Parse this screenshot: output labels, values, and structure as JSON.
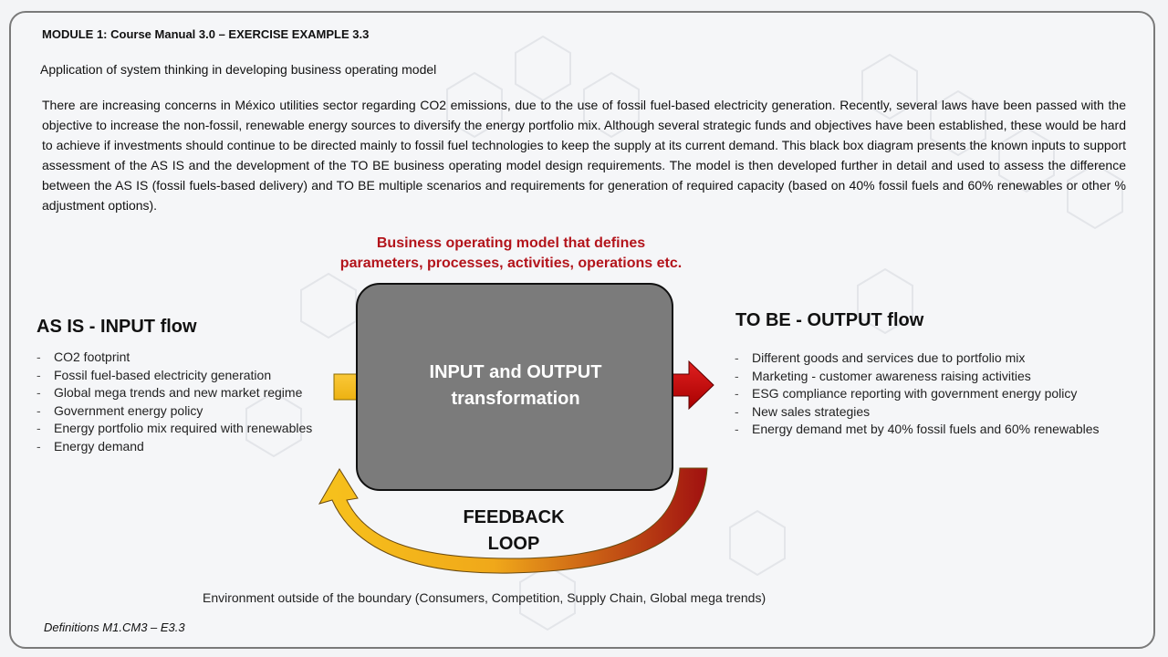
{
  "header": {
    "title": "MODULE 1: Course Manual 3.0 – EXERCISE EXAMPLE 3.3",
    "subtitle": "Application of system thinking in developing business operating model"
  },
  "description": "There are increasing concerns in México utilities sector regarding CO2 emissions, due to the use of fossil fuel-based electricity generation. Recently, several laws have been passed with the objective to increase the non-fossil, renewable energy sources to diversify the energy portfolio mix. Although several strategic funds and objectives have been established, these would be hard to achieve if investments should continue to be directed mainly to fossil fuel technologies to keep the supply at its current demand. This black box diagram presents the known inputs to support assessment of the AS IS and the development of the TO BE business operating model design requirements. The model is then developed further in detail and used to assess the difference between the AS IS (fossil fuels-based delivery) and TO BE multiple scenarios and requirements for generation of required capacity (based on 40% fossil fuels and 60% renewables or other % adjustment options).",
  "diagram": {
    "model_label_line1": "Business operating model that defines",
    "model_label_line2": "parameters, processes, activities, operations etc.",
    "box_line1": "INPUT and OUTPUT",
    "box_line2": "transformation",
    "input": {
      "title": "AS IS - INPUT flow",
      "items": [
        "CO2 footprint",
        "Fossil fuel-based electricity generation",
        "Global mega trends and new market regime",
        "Government energy policy",
        "Energy portfolio mix required with renewables",
        "Energy demand"
      ]
    },
    "output": {
      "title": "TO BE - OUTPUT flow",
      "items": [
        "Different goods and services due to portfolio mix",
        "Marketing - customer awareness raising activities",
        "ESG compliance reporting with government energy policy",
        "New sales strategies",
        "Energy demand met by 40% fossil fuels and 60% renewables"
      ]
    },
    "feedback_line1": "FEEDBACK",
    "feedback_line2": "LOOP",
    "environment": "Environment outside of the boundary (Consumers, Competition, Supply Chain, Global mega trends)"
  },
  "footer": {
    "definitions": "Definitions M1.CM3 – E3.3"
  },
  "colors": {
    "input_arrow": "#f5b800",
    "output_arrow": "#c00000",
    "model_label": "#b3141b",
    "box_fill": "#7b7b7b"
  }
}
